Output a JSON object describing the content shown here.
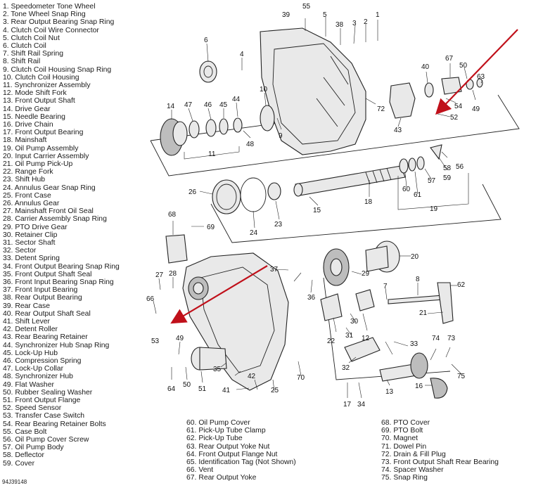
{
  "figure_id": "94J39148",
  "colors": {
    "arrow": "#c0101a",
    "ink": "#222222"
  },
  "legend": [
    "1. Speedometer Tone Wheel",
    "2. Tone Wheel Snap Ring",
    "3. Rear Output Bearing Snap Ring",
    "4. Clutch Coil Wire Connector",
    "5. Clutch Coil Nut",
    "6. Clutch Coil",
    "7. Shift Rail Spring",
    "8. Shift Rail",
    "9. Clutch Coil Housing Snap Ring",
    "10. Clutch Coil Housing",
    "11. Synchronizer Assembly",
    "12. Mode Shift Fork",
    "13. Front Output Shaft",
    "14. Drive Gear",
    "15. Needle Bearing",
    "16. Drive Chain",
    "17. Front Output Bearing",
    "18. Mainshaft",
    "19. Oil Pump Assembly",
    "20. Input Carrier Assembly",
    "21. Oil Pump Pick-Up",
    "22. Range Fork",
    "23. Shift Hub",
    "24. Annulus Gear Snap Ring",
    "25. Front Case",
    "26. Annulus Gear",
    "27. Mainshaft Front Oil Seal",
    "28. Carrier Assembly Snap Ring",
    "29. PTO Drive Gear",
    "30. Retainer Clip",
    "31. Sector Shaft",
    "32. Sector",
    "33. Detent Spring",
    "34. Front Output Bearing Snap Ring",
    "35. Front Output Shaft Seal",
    "36. Front Input Bearing Snap Ring",
    "37. Front Input Bearing",
    "38. Rear Output Bearing",
    "39. Rear Case",
    "40. Rear Output Shaft Seal",
    "41. Shift Lever",
    "42. Detent Roller",
    "43. Rear Bearing Retainer",
    "44. Synchronizer Hub Snap Ring",
    "45. Lock-Up Hub",
    "46. Compression Spring",
    "47. Lock-Up Collar",
    "48. Synchronizer Hub",
    "49. Flat Washer",
    "50. Rubber Sealing Washer",
    "51. Front Output Flange",
    "52. Speed Sensor",
    "53. Transfer Case Switch",
    "54. Rear Bearing Retainer Bolts",
    "55. Case Bolt",
    "56. Oil Pump Cover Screw",
    "57. Oil Pump Body",
    "58. Deflector",
    "59. Cover",
    "60. Oil Pump Cover",
    "61. Pick-Up Tube Clamp",
    "62. Pick-Up Tube",
    "63. Rear Output Yoke Nut",
    "64. Front Output Flange Nut",
    "65. Identification Tag (Not Shown)",
    "66. Vent",
    "67. Rear Output Yoke",
    "68. PTO Cover",
    "69. PTO Bolt",
    "70. Magnet",
    "71. Dowel Pin",
    "72. Drain & Fill Plug",
    "73. Front Output Shaft Rear Bearing",
    "74. Spacer Washer",
    "75. Snap Ring"
  ],
  "callouts": {
    "c1": "1",
    "c2": "2",
    "c3": "3",
    "c4": "4",
    "c5": "5",
    "c6": "6",
    "c7": "7",
    "c8": "8",
    "c9": "9",
    "c10": "10",
    "c11": "11",
    "c12": "12",
    "c13": "13",
    "c14": "14",
    "c15": "15",
    "c16": "16",
    "c17": "17",
    "c18": "18",
    "c19": "19",
    "c20": "20",
    "c21": "21",
    "c22": "22",
    "c23": "23",
    "c24": "24",
    "c25": "25",
    "c26": "26",
    "c27": "27",
    "c28": "28",
    "c29": "29",
    "c30": "30",
    "c31": "31",
    "c32": "32",
    "c33": "33",
    "c34": "34",
    "c35": "35",
    "c36": "36",
    "c37": "37",
    "c38": "38",
    "c39": "39",
    "c40": "40",
    "c41": "41",
    "c42": "42",
    "c43": "43",
    "c44": "44",
    "c45": "45",
    "c46": "46",
    "c47": "47",
    "c48": "48",
    "c49": "49",
    "c50": "50",
    "c51": "51",
    "c52": "52",
    "c53": "53",
    "c54": "54",
    "c55": "55",
    "c56": "56",
    "c57": "57",
    "c58": "58",
    "c59": "59",
    "c60": "60",
    "c61": "61",
    "c62": "62",
    "c63": "63",
    "c64": "64",
    "c66": "66",
    "c67": "67",
    "c68": "68",
    "c69": "69",
    "c70": "70",
    "c72": "72",
    "c73": "73",
    "c74": "74",
    "c75": "75"
  }
}
